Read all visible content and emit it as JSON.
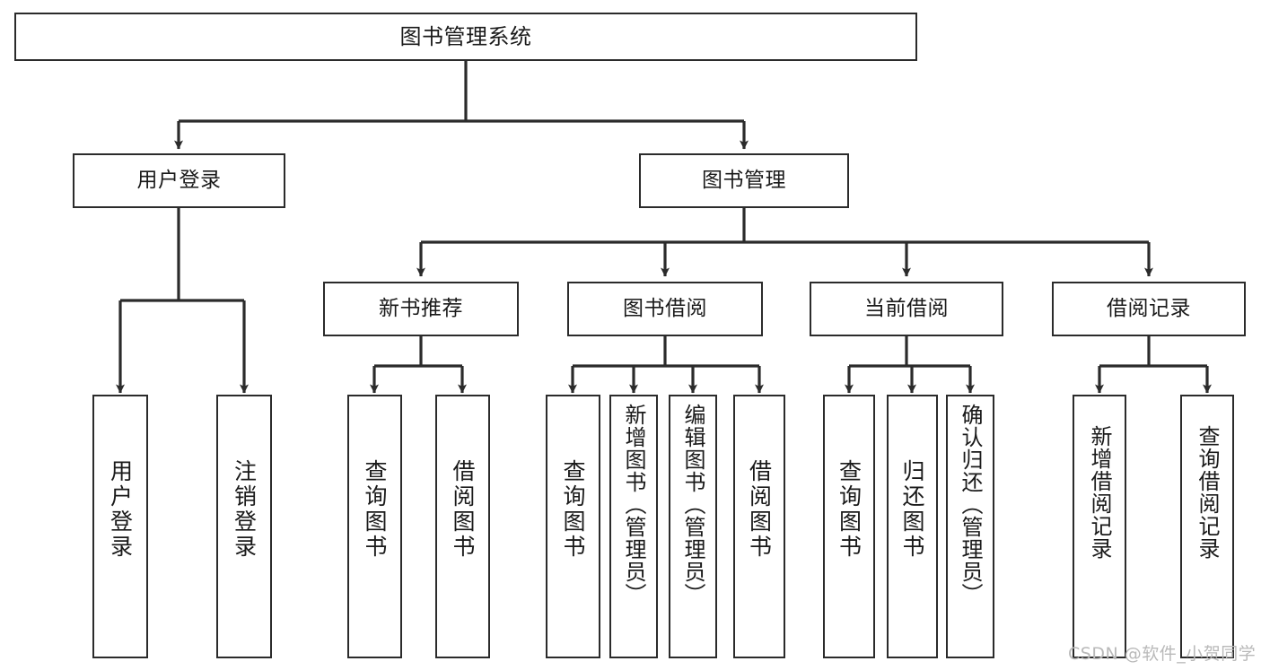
{
  "diagram": {
    "title": "图书管理系统",
    "type": "hierarchy-tree",
    "nodes": {
      "root": {
        "label": "图书管理系统"
      },
      "level2": [
        {
          "id": "user-login",
          "label": "用户登录"
        },
        {
          "id": "book-management",
          "label": "图书管理"
        }
      ],
      "level3": [
        {
          "id": "new-book-recommend",
          "label": "新书推荐"
        },
        {
          "id": "book-borrow",
          "label": "图书借阅"
        },
        {
          "id": "current-borrow",
          "label": "当前借阅"
        },
        {
          "id": "borrow-record",
          "label": "借阅记录"
        }
      ],
      "leaves": [
        {
          "id": "leaf-user-login",
          "label": "用户登录"
        },
        {
          "id": "leaf-logout-login",
          "label": "注销登录"
        },
        {
          "id": "leaf-query-book-1",
          "label": "查询图书"
        },
        {
          "id": "leaf-borrow-book-1",
          "label": "借阅图书"
        },
        {
          "id": "leaf-query-book-2",
          "label": "查询图书"
        },
        {
          "id": "leaf-add-book-admin",
          "label": "新增图书（管理员）"
        },
        {
          "id": "leaf-edit-book-admin",
          "label": "编辑图书（管理员）"
        },
        {
          "id": "leaf-borrow-book-2",
          "label": "借阅图书"
        },
        {
          "id": "leaf-query-book-3",
          "label": "查询图书"
        },
        {
          "id": "leaf-return-book",
          "label": "归还图书"
        },
        {
          "id": "leaf-confirm-return-admin",
          "label": "确认归还（管理员）"
        },
        {
          "id": "leaf-add-borrow-record",
          "label": "新增借阅记录"
        },
        {
          "id": "leaf-query-borrow-record",
          "label": "查询借阅记录"
        }
      ]
    },
    "watermark": "CSDN @软件_小贺同学",
    "colors": {
      "stroke": "#2b2b2b",
      "fill": "#ffffff",
      "text": "#1a1a1a",
      "watermark": "#b9b9b9"
    }
  }
}
